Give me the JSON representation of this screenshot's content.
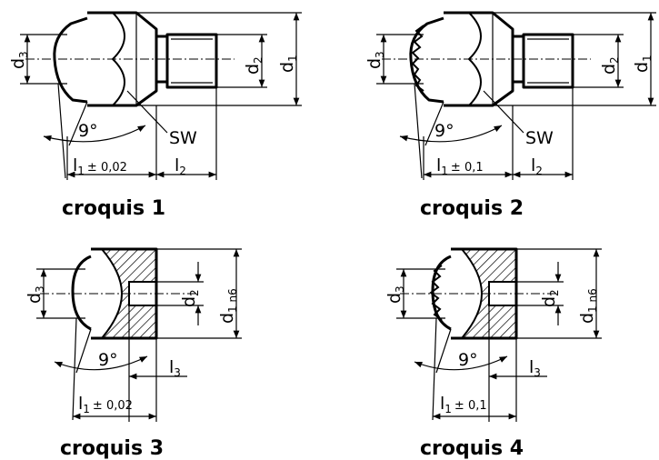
{
  "figures": [
    {
      "caption": "croquis 1",
      "d3": "d",
      "d3_sub": "3",
      "d2": "d",
      "d2_sub": "2",
      "d1": "d",
      "d1_sub": "1",
      "angle": "9°",
      "sw": "SW",
      "l1": "l",
      "l1_sub": "1",
      "l1_tol": "± 0,02",
      "l2": "l",
      "l2_sub": "2"
    },
    {
      "caption": "croquis 2",
      "d3": "d",
      "d3_sub": "3",
      "d2": "d",
      "d2_sub": "2",
      "d1": "d",
      "d1_sub": "1",
      "angle": "9°",
      "sw": "SW",
      "l1": "l",
      "l1_sub": "1",
      "l1_tol": "± 0,1",
      "l2": "l",
      "l2_sub": "2"
    },
    {
      "caption": "croquis 3",
      "d3": "d",
      "d3_sub": "3",
      "d2": "d",
      "d2_sub": "2",
      "d1": "d",
      "d1_sub": "1 n6",
      "angle": "9°",
      "l1": "l",
      "l1_sub": "1",
      "l1_tol": "± 0,02",
      "l3": "l",
      "l3_sub": "3"
    },
    {
      "caption": "croquis 4",
      "d3": "d",
      "d3_sub": "3",
      "d2": "d",
      "d2_sub": "2",
      "d1": "d",
      "d1_sub": "1 n6",
      "angle": "9°",
      "l1": "l",
      "l1_sub": "1",
      "l1_tol": "± 0,1",
      "l3": "l",
      "l3_sub": "3"
    }
  ],
  "colors": {
    "ink": "#000000",
    "background": "#ffffff"
  }
}
